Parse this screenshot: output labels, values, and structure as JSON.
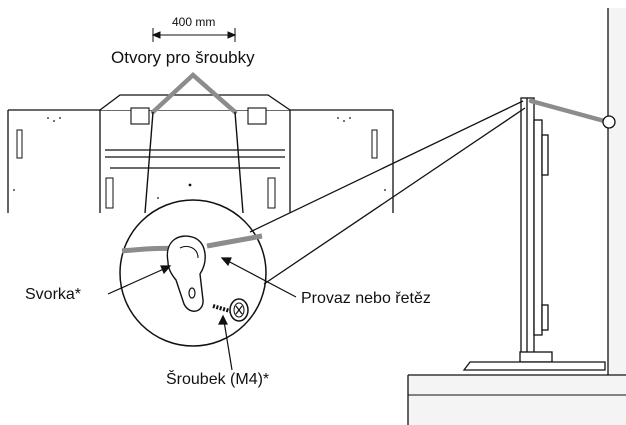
{
  "labels": {
    "dimension": "400 mm",
    "screw_holes": "Otvory pro šroubky",
    "clamp": "Svorka*",
    "rope_or_chain": "Provaz nebo řetěz",
    "screw": "Šroubek (M4)*"
  },
  "colors": {
    "line": "#111111",
    "rope": "#8c8c8c",
    "wall_fill": "#f4f4f4",
    "floor_fill": "#f4f4f4"
  }
}
